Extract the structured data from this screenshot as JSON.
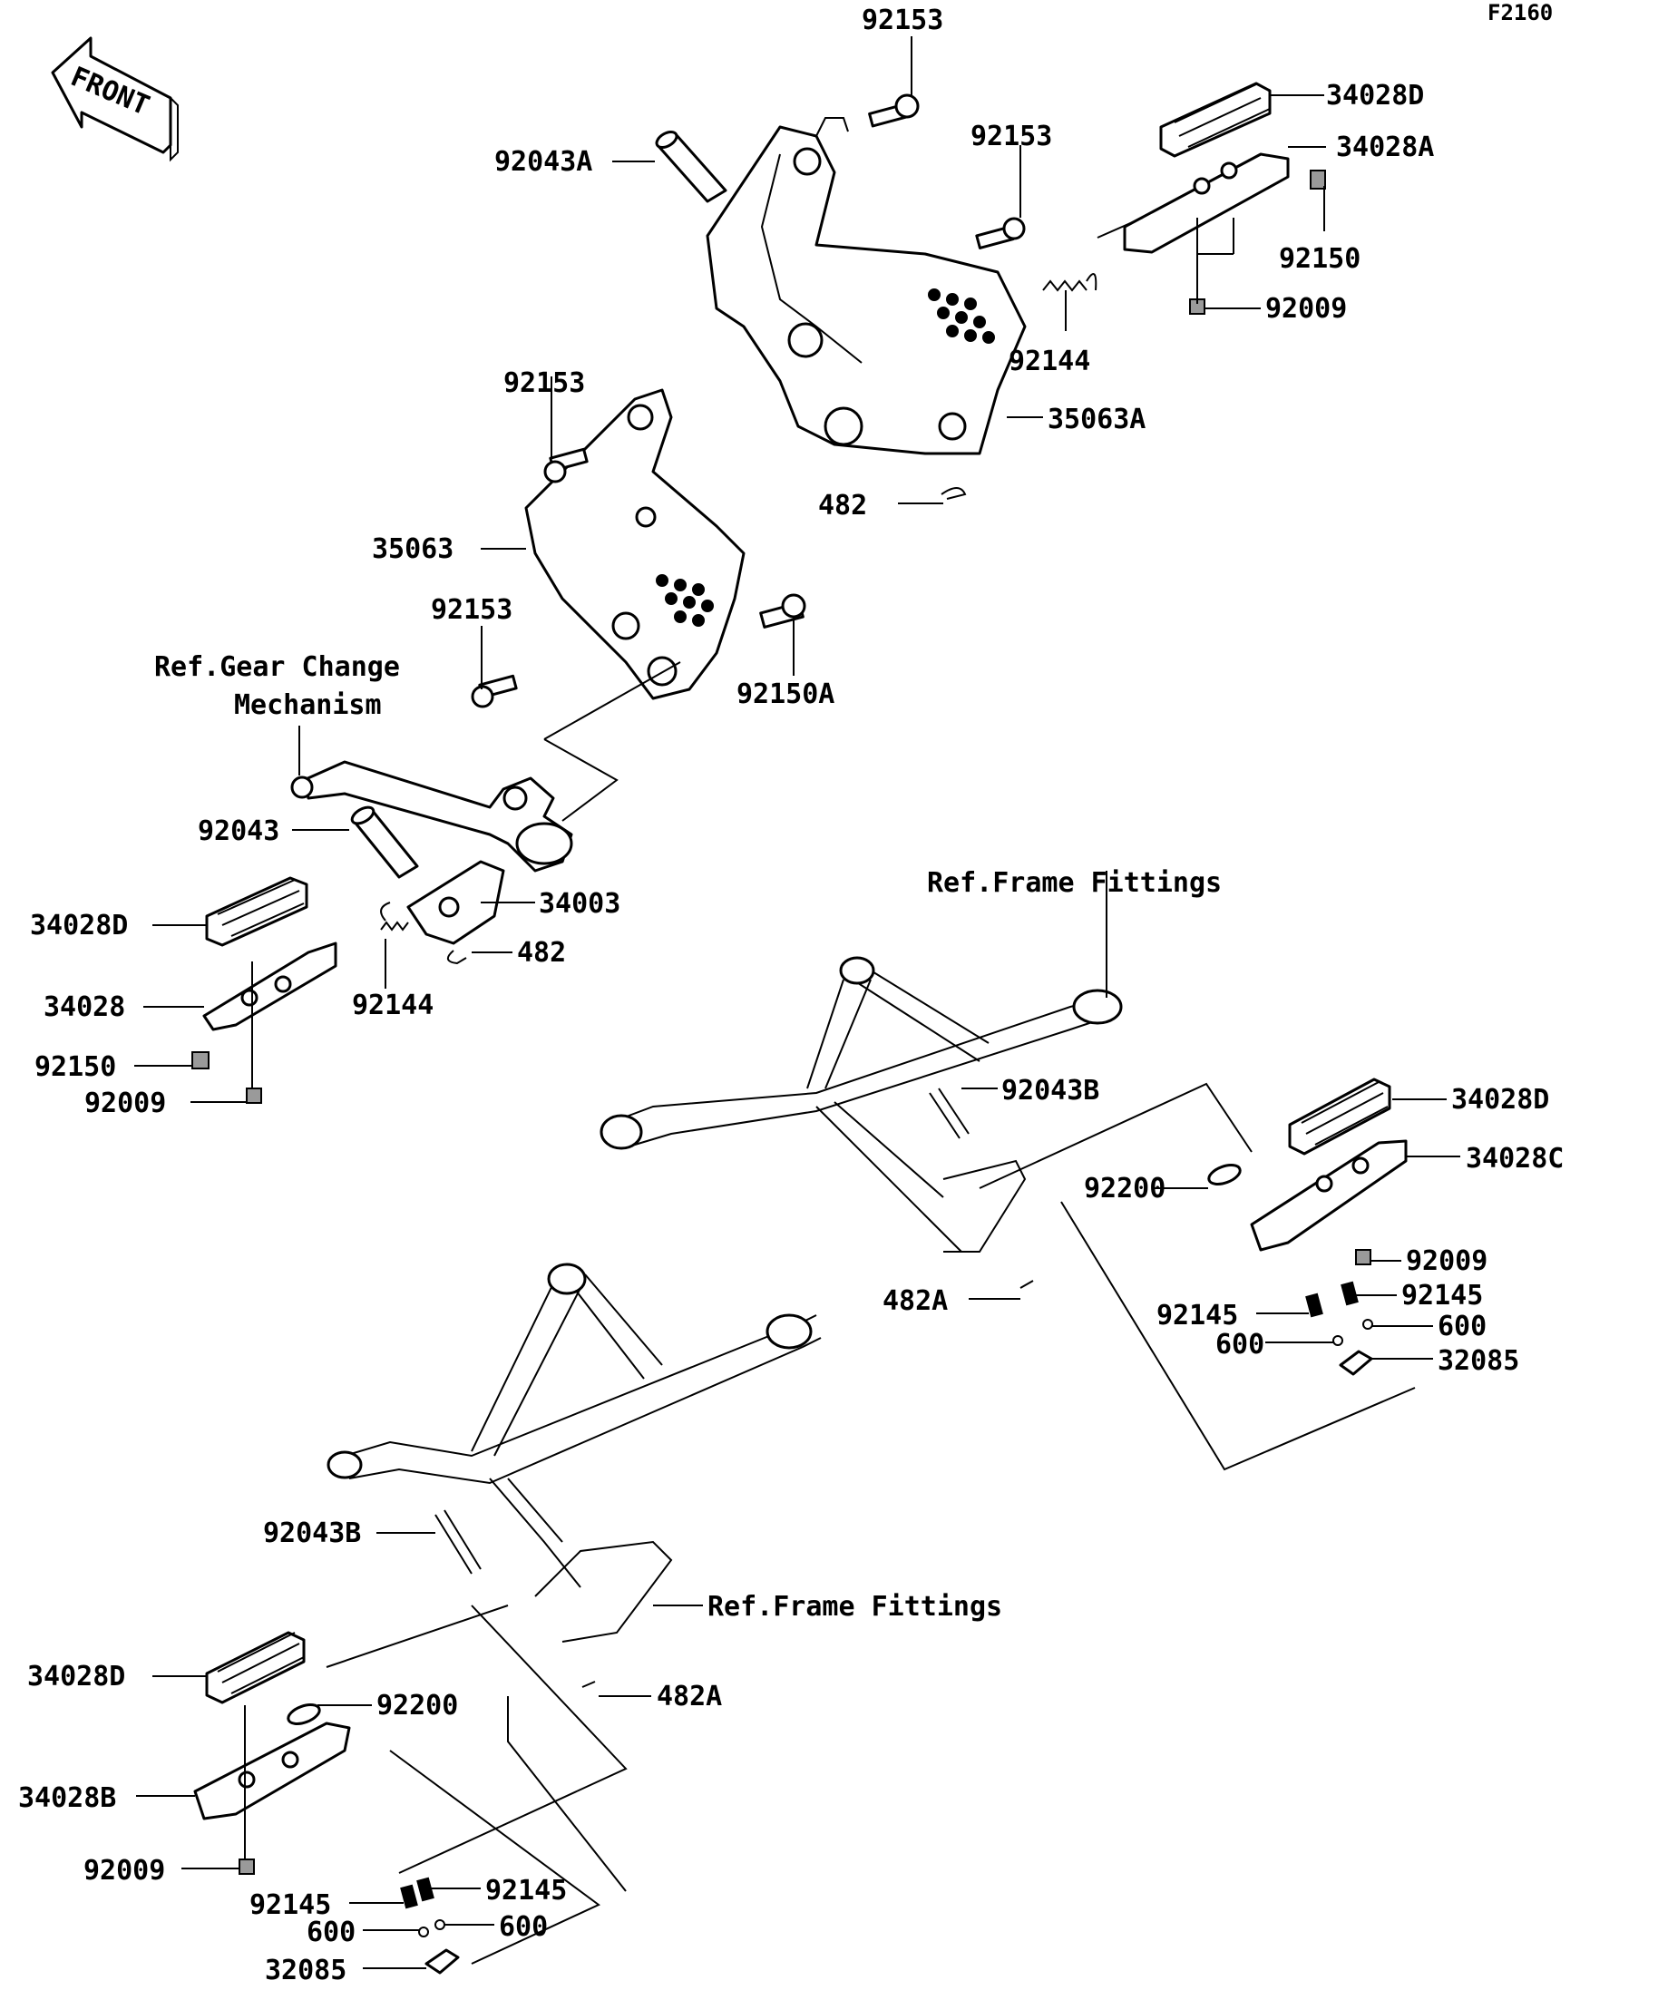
{
  "figure_code": "F2160",
  "front_marker": "FRONT",
  "labels": {
    "p92153_top": "92153",
    "p92043A": "92043A",
    "p92153_mid": "92153",
    "p34028D_r": "34028D",
    "p34028A": "34028A",
    "p92150_r": "92150",
    "p92009_r": "92009",
    "p92144_r": "92144",
    "p35063A": "35063A",
    "p482_r": "482",
    "p92153_l": "92153",
    "p35063": "35063",
    "p92153_l2": "92153",
    "p92150A": "92150A",
    "ref_gear_1": "Ref.Gear Change",
    "ref_gear_2": "Mechanism",
    "p92043": "92043",
    "p34003": "34003",
    "p482_l": "482",
    "p34028D_l": "34028D",
    "p34028": "34028",
    "p92144_l": "92144",
    "p92150_l": "92150",
    "p92009_l": "92009",
    "ref_frame_top": "Ref.Frame Fittings",
    "p92043B_r": "92043B",
    "p34028D_rr": "34028D",
    "p34028C": "34028C",
    "p92200_r": "92200",
    "p92009_rr": "92009",
    "p482A_r": "482A",
    "p92145_r1": "92145",
    "p92145_r2": "92145",
    "p600_r1": "600",
    "p600_r2": "600",
    "p32085_r": "32085",
    "p92043B_l": "92043B",
    "ref_frame_bottom": "Ref.Frame Fittings",
    "p34028D_bl": "34028D",
    "p92200_l": "92200",
    "p482A_l": "482A",
    "p34028B": "34028B",
    "p92009_bl": "92009",
    "p92145_l1": "92145",
    "p92145_l2": "92145",
    "p600_l1": "600",
    "p600_l2": "600",
    "p32085_l": "32085"
  }
}
